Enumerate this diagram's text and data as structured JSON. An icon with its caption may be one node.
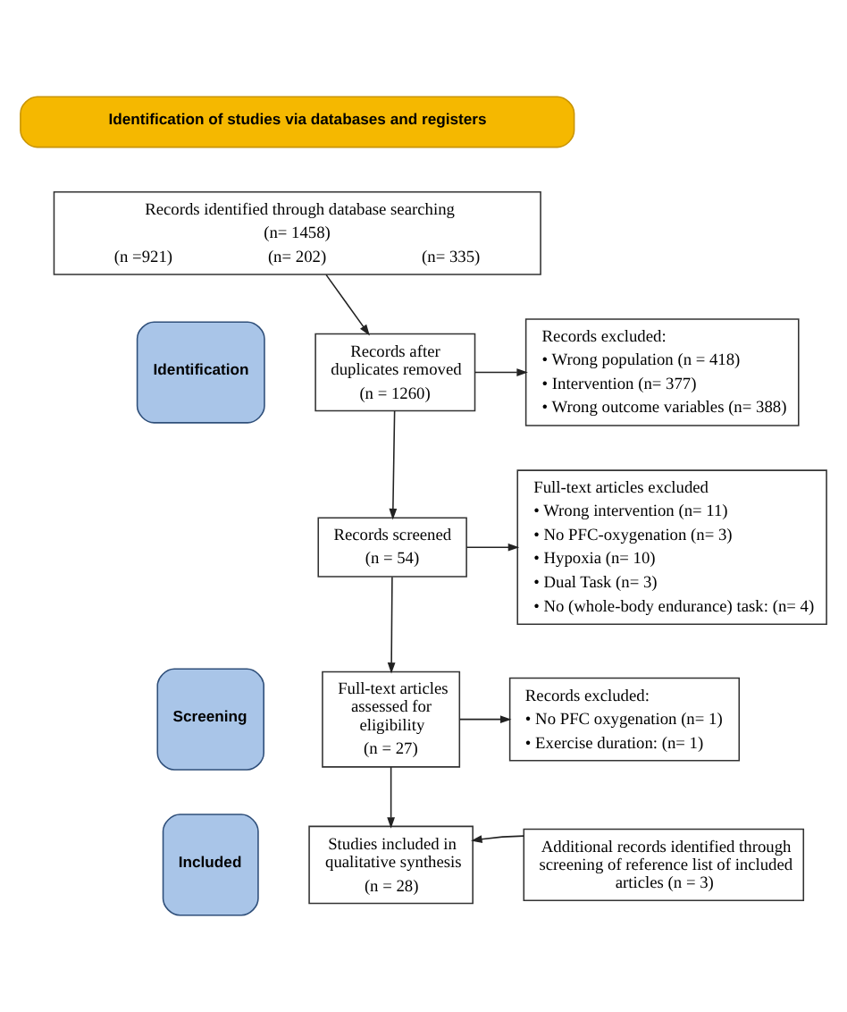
{
  "diagram": {
    "nodes": [
      {
        "text": [
          "Identification of studies via databases and registers"
        ]
      },
      {
        "text": [
          "Identification"
        ]
      },
      {
        "text": [
          "Screening"
        ]
      },
      {
        "text": [
          "Included"
        ]
      },
      {
        "text": [
          "Records identified through database searching",
          "(n= 1458)",
          "(n =921)",
          "(n= 202)",
          "(n= 335)"
        ]
      },
      {
        "text": [
          "Records after duplicates removed",
          "(n = 1260)"
        ]
      },
      {
        "text": [
          "Records excluded:",
          "• Wrong population (n = 418)",
          "• Intervention (n= 377)",
          "• Wrong outcome variables (n= 388)"
        ]
      },
      {
        "text": [
          "Records screened",
          "(n = 54)"
        ]
      },
      {
        "text": [
          "Full-text articles excluded",
          "• Wrong intervention (n= 11)",
          "• No PFC-oxygenation (n= 3)",
          "• Hypoxia (n= 10)",
          "• Dual Task (n= 3)",
          "• No (whole-body endurance) task: (n= 4)"
        ]
      },
      {
        "text": [
          "Full-text articles assessed for eligibility",
          "(n = 27)"
        ]
      },
      {
        "text": [
          "Records excluded:",
          "• No PFC oxygenation (n= 1)",
          "• Exercise duration: (n= 1)"
        ]
      },
      {
        "text": [
          "Studies included in qualitative synthesis",
          "(n = 28)"
        ]
      },
      {
        "text": [
          "Additional records identified through screening of reference list of included articles (n = 3)"
        ]
      }
    ],
    "edges": [
      {
        "from": 4,
        "to": 5,
        "arrow": "to"
      },
      {
        "from": 5,
        "to": 6,
        "arrow": "to"
      },
      {
        "from": 5,
        "to": 7,
        "arrow": "to"
      },
      {
        "from": 7,
        "to": 8,
        "arrow": "to"
      },
      {
        "from": 7,
        "to": 9,
        "arrow": "to"
      },
      {
        "from": 9,
        "to": 10,
        "arrow": "to"
      },
      {
        "from": 9,
        "to": 11,
        "arrow": "to"
      },
      {
        "from": 12,
        "to": 11,
        "arrow": "to"
      }
    ]
  }
}
